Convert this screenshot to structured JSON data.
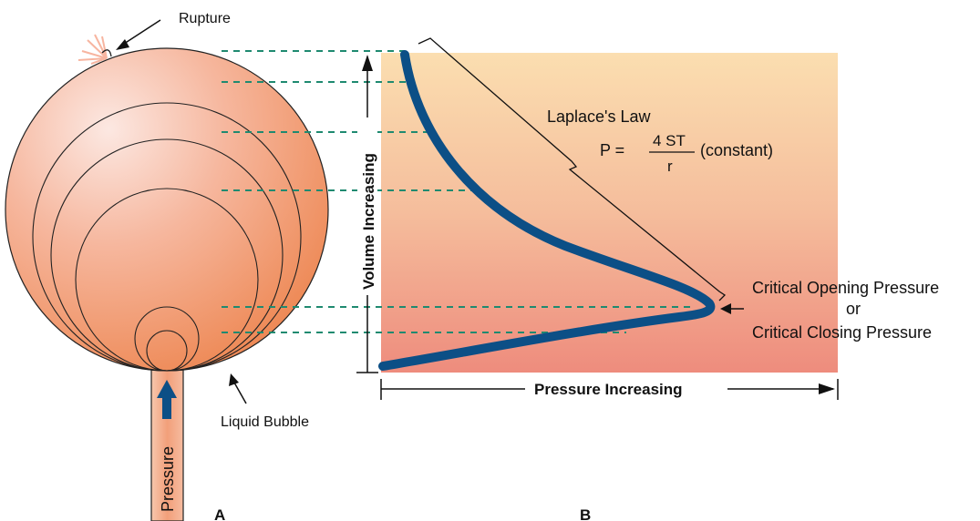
{
  "panel_a": {
    "rupture_label": "Rupture",
    "bubble_label": "Liquid Bubble",
    "pressure_label": "Pressure",
    "letter": "A"
  },
  "panel_b": {
    "letter": "B",
    "y_axis_label": "Volume Increasing",
    "x_axis_label": "Pressure Increasing",
    "law_title": "Laplace's Law",
    "formula_prefix": "P =",
    "formula_numerator": "4 ST",
    "formula_denominator": "r",
    "formula_suffix": "(constant)",
    "critical_line1": "Critical Opening Pressure",
    "critical_line2": "or",
    "critical_line3": "Critical Closing Pressure"
  },
  "colors": {
    "bubble_light": "#fbe3da",
    "bubble_dark": "#ee8a57",
    "curve": "#0c4f86",
    "gradient_top": "#fbdfb0",
    "gradient_bottom": "#ee8c7d",
    "dash": "#1f8a70",
    "tube": "#f2a27f"
  }
}
